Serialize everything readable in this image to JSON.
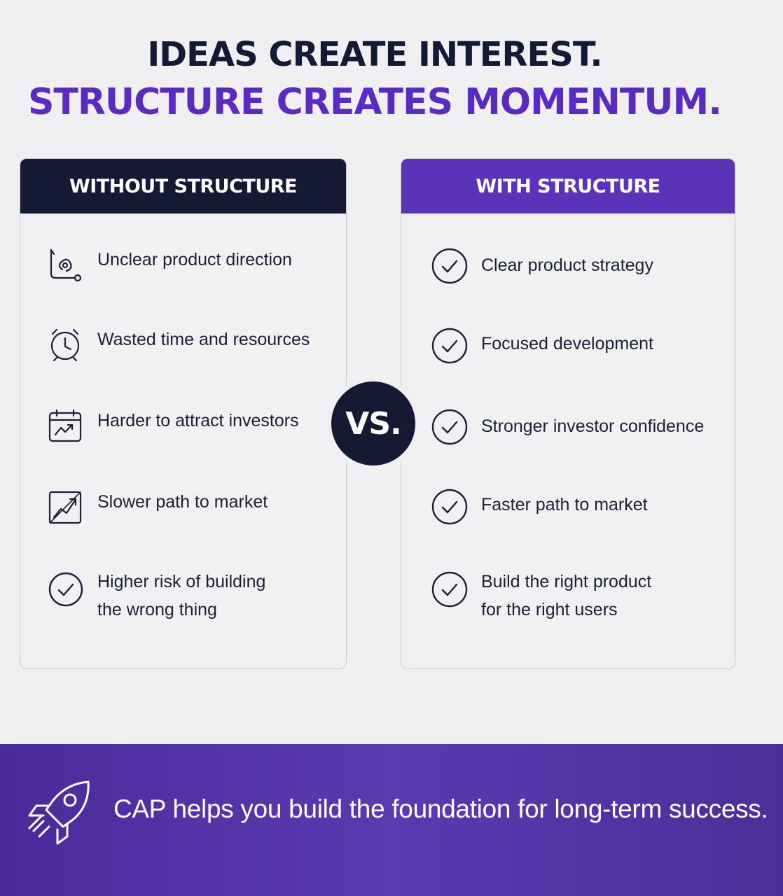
{
  "headline": {
    "line1": "IDEAS CREATE INTEREST.",
    "line2": "STRUCTURE CREATES MOMENTUM."
  },
  "colors": {
    "navy": "#141a33",
    "purple": "#5a33b8",
    "accent_purple": "#5a2bc2"
  },
  "left_panel": {
    "title": "WITHOUT STRUCTURE",
    "items": [
      {
        "icon": "route-icon",
        "lines": [
          "Unclear product direction"
        ]
      },
      {
        "icon": "alarm-clock-icon",
        "lines": [
          "Wasted time and resources"
        ]
      },
      {
        "icon": "calendar-chart-icon",
        "lines": [
          "Harder to attract investors"
        ]
      },
      {
        "icon": "trend-chart-icon",
        "lines": [
          "Slower path to market"
        ]
      },
      {
        "icon": "check-circle-icon",
        "lines": [
          "Higher risk of building",
          "the wrong thing"
        ]
      }
    ]
  },
  "vs_label": "VS.",
  "right_panel": {
    "title": "WITH STRUCTURE",
    "items": [
      {
        "icon": "check-circle-icon",
        "lines": [
          "Clear product strategy"
        ]
      },
      {
        "icon": "check-circle-icon",
        "lines": [
          "Focused development"
        ]
      },
      {
        "icon": "check-circle-icon",
        "lines": [
          "Stronger investor confidence"
        ]
      },
      {
        "icon": "check-circle-icon",
        "lines": [
          "Faster path to market"
        ]
      },
      {
        "icon": "check-circle-icon",
        "lines": [
          "Build the right product",
          "for the right users"
        ]
      }
    ]
  },
  "footer": {
    "icon": "rocket-icon",
    "tagline": "CAP helps you build the foundation for long-term success."
  }
}
